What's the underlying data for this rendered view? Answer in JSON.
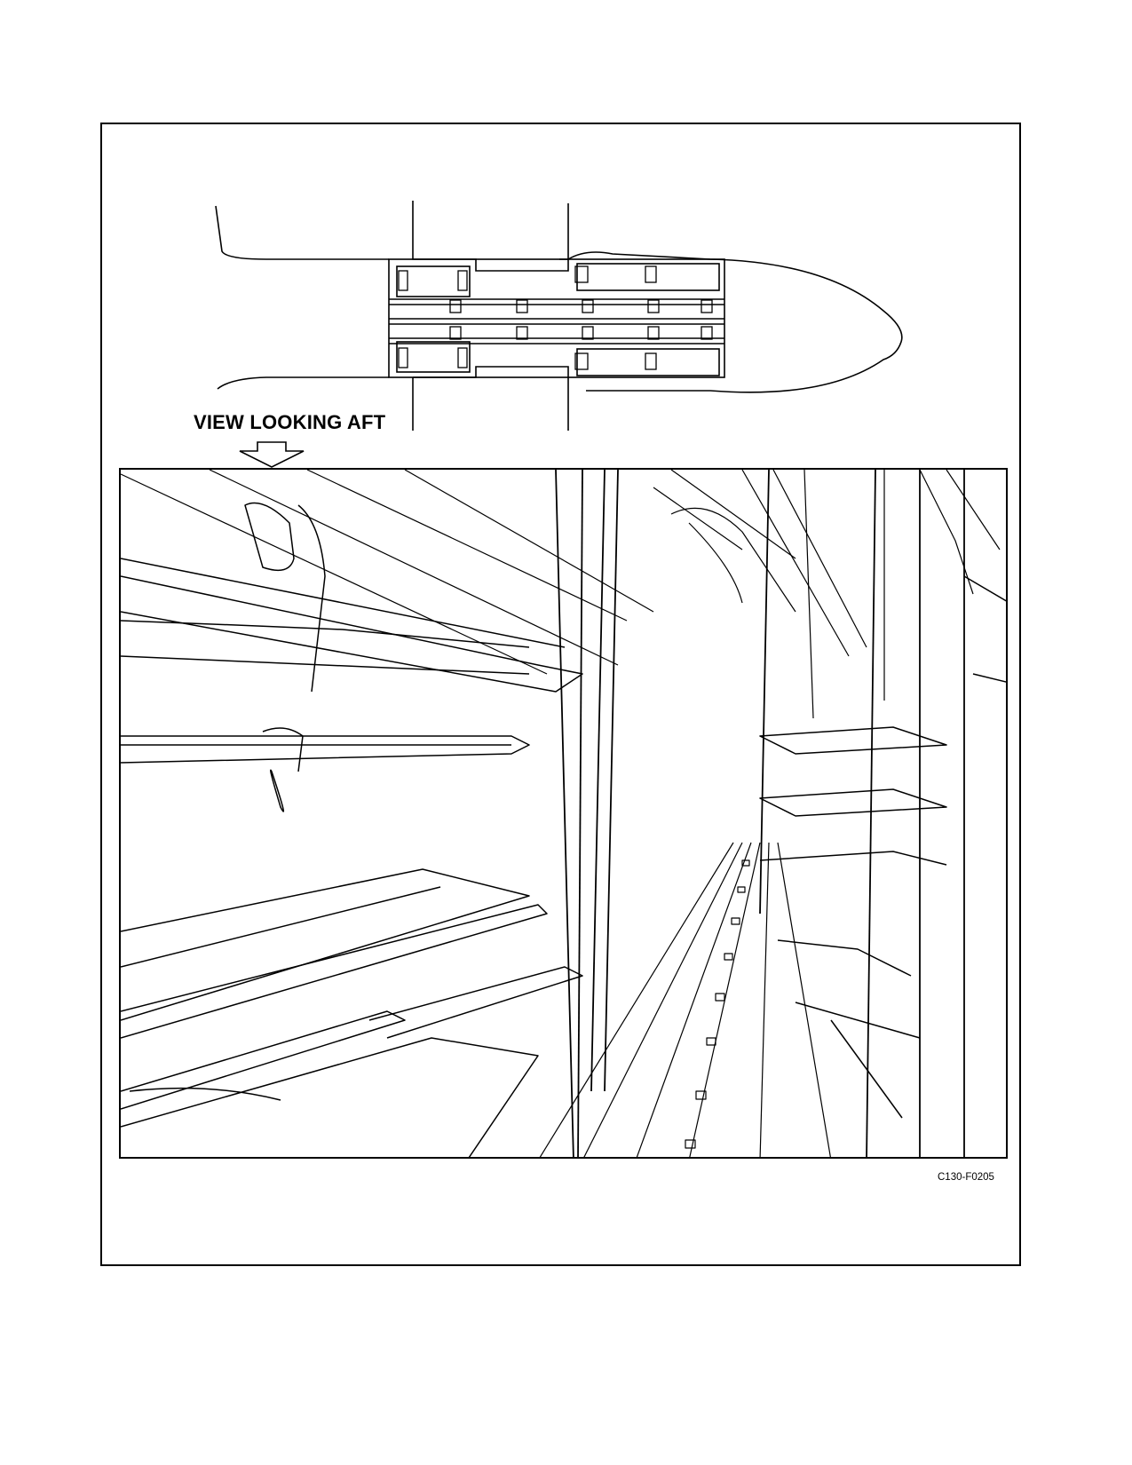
{
  "figure": {
    "view_label": "VIEW LOOKING AFT",
    "figure_id": "C130-F0205",
    "plan_icon": "aircraft-cargo-floor-plan",
    "illustration_icon": "cargo-compartment-litter-stanchion-illustration"
  }
}
